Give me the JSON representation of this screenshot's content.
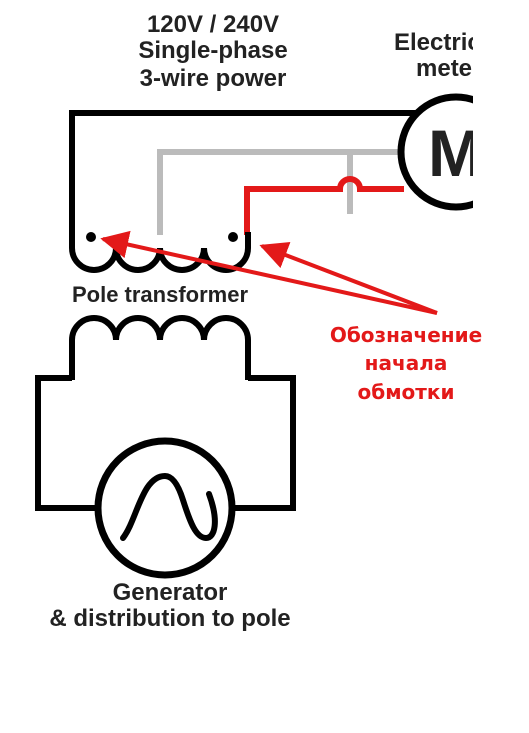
{
  "header": {
    "power_line1": "120V / 240V",
    "power_line2": "Single-phase",
    "power_line3": "3-wire power",
    "meter_line1": "Electric",
    "meter_line2": "meter",
    "meter_symbol": "M"
  },
  "transformer": {
    "label": "Pole transformer"
  },
  "annotation": {
    "line1": "Обозначение",
    "line2": "начала",
    "line3": "обмотки",
    "color": "#e31919"
  },
  "generator": {
    "line1": "Generator",
    "line2": "& distribution to pole"
  },
  "colors": {
    "wire_black": "#000000",
    "wire_gray": "#bbbbbb",
    "wire_red": "#e31919"
  }
}
